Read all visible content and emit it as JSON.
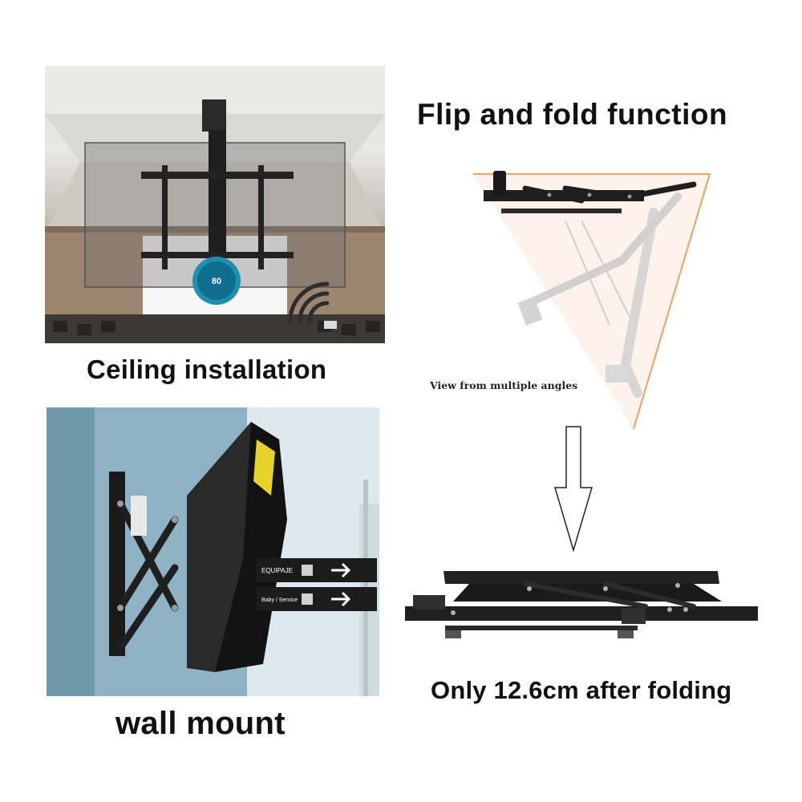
{
  "captions": {
    "ceiling": "Ceiling installation",
    "wall": "wall mount",
    "flip": "Flip and fold function",
    "view": "View from multiple angles",
    "only": "Only 12.6cm after folding"
  },
  "screen": {
    "size_badge": "80"
  },
  "signs": {
    "sign1": "EQUIPAJE",
    "sign2": "Baby / Service"
  },
  "colors": {
    "mount_black": "#1f1f1f",
    "orange_accent": "#f0a060",
    "badge_teal": "#1f8fb0"
  }
}
